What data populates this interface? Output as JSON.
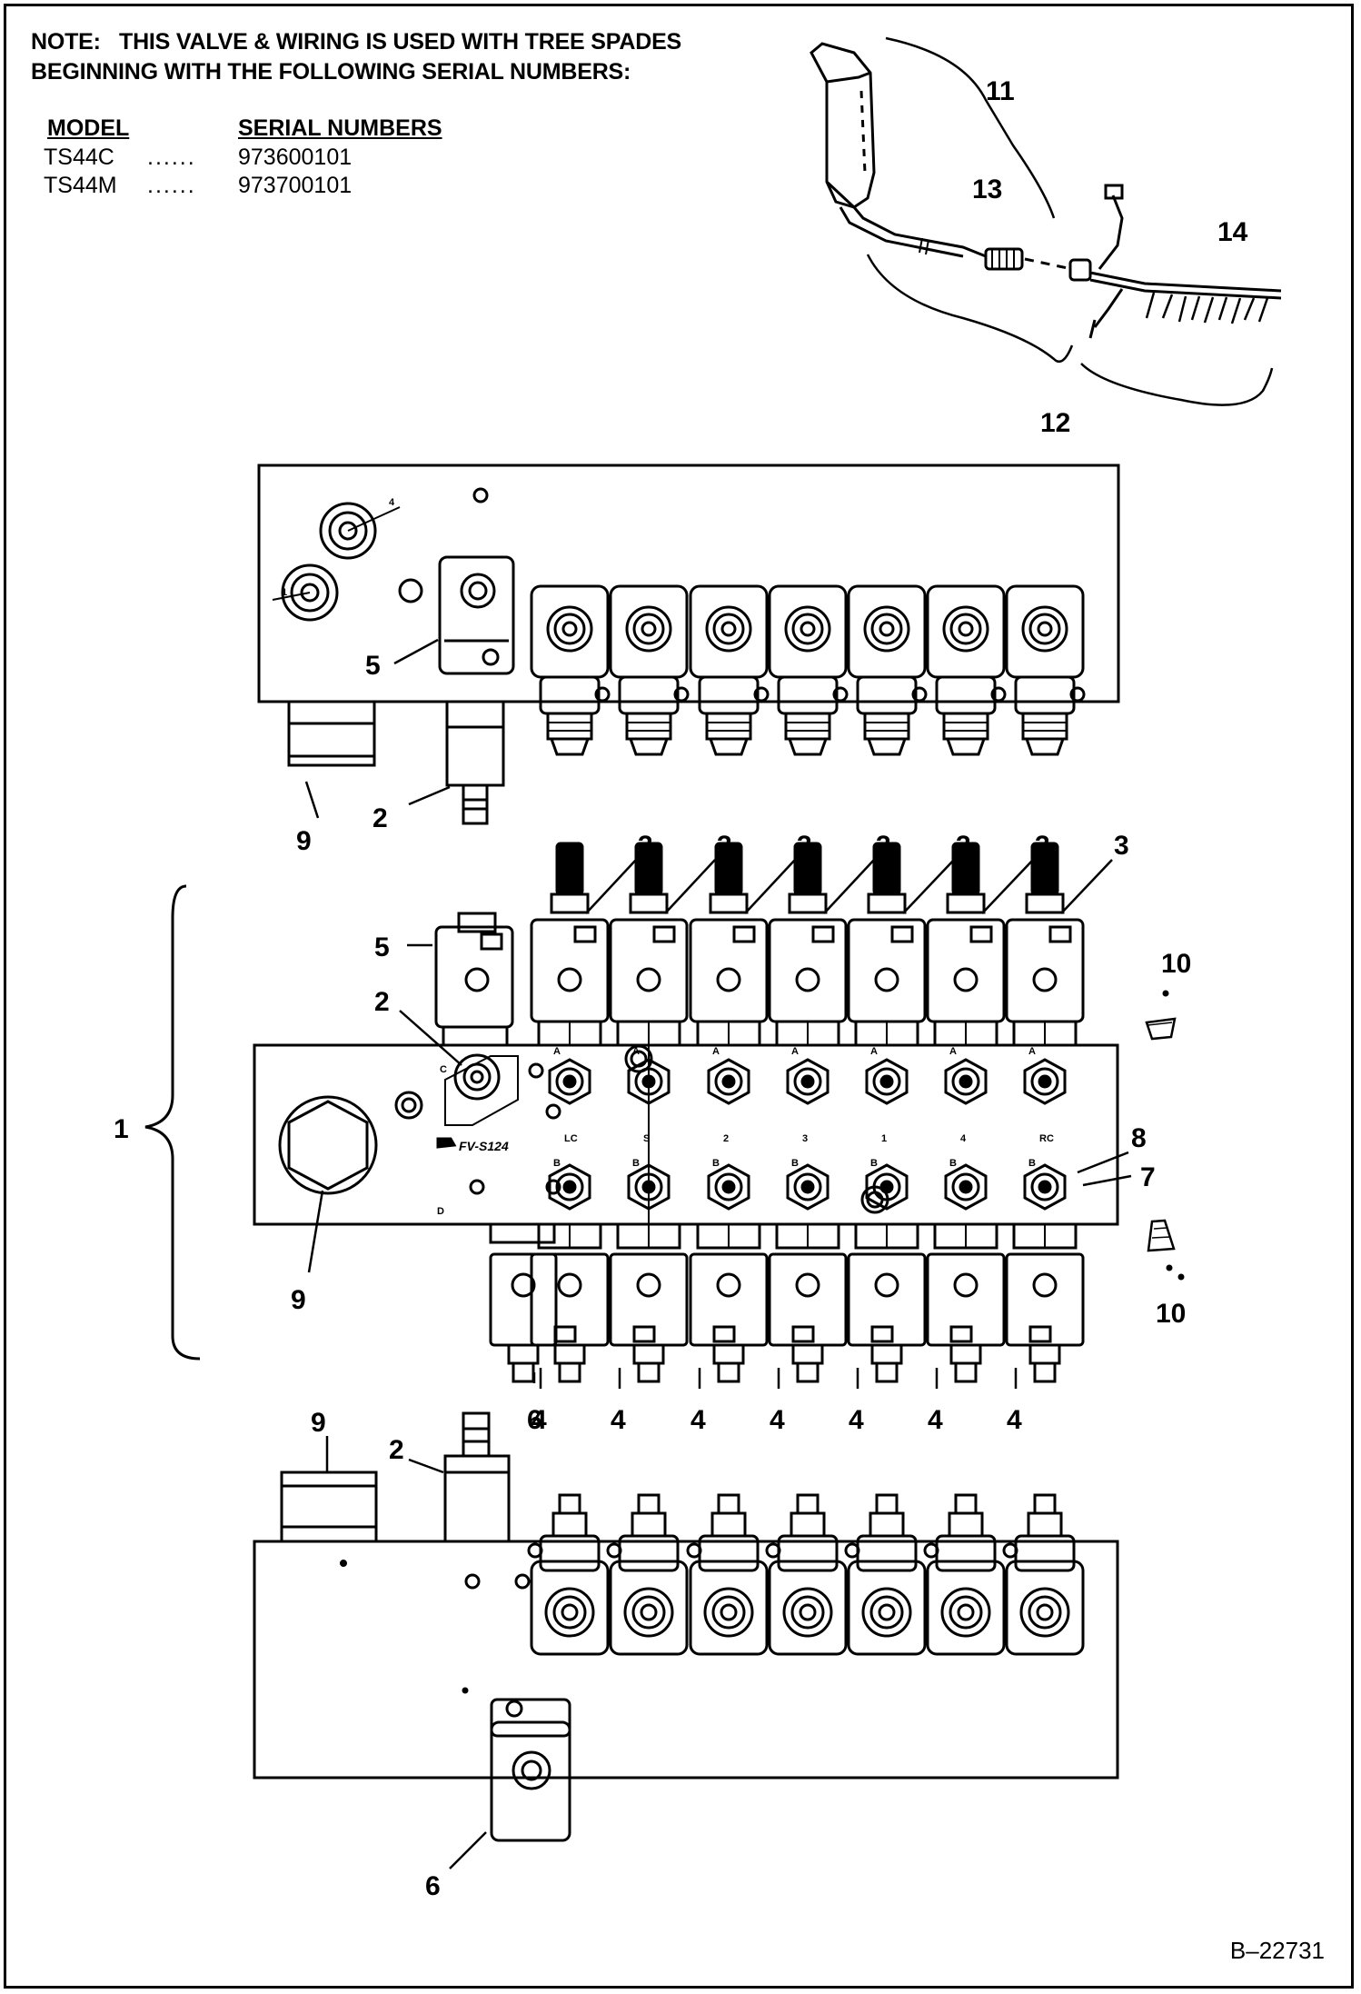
{
  "note": {
    "line1": "NOTE:   THIS VALVE & WIRING IS USED WITH TREE SPADES",
    "line2": "BEGINNING WITH THE FOLLOWING SERIAL NUMBERS:"
  },
  "serial_table": {
    "col_model": "MODEL",
    "col_serial": "SERIAL NUMBERS",
    "rows": [
      {
        "model": "TS44C",
        "dots": "......",
        "serial": "973600101"
      },
      {
        "model": "TS44M",
        "dots": "......",
        "serial": "973700101"
      }
    ]
  },
  "callouts": {
    "c1": "1",
    "c2": "2",
    "c3": "3",
    "c4": "4",
    "c5": "5",
    "c6": "6",
    "c7": "7",
    "c8": "8",
    "c9": "9",
    "c10": "10",
    "c11": "11",
    "c12": "12",
    "c13": "13",
    "c14": "14"
  },
  "block_labels": {
    "model_stamp": "FV-S124",
    "ports_top": [
      "A",
      "A",
      "A",
      "A",
      "A",
      "A",
      "A"
    ],
    "ports_bottom": [
      "B",
      "B",
      "B",
      "B",
      "B",
      "B",
      "B"
    ],
    "sections": [
      "LC",
      "S",
      "2",
      "3",
      "1",
      "4",
      "RC"
    ],
    "port_c": "C",
    "port_d": "D",
    "port_1": "1",
    "port_4": "4"
  },
  "figure_ref": "B–22731"
}
